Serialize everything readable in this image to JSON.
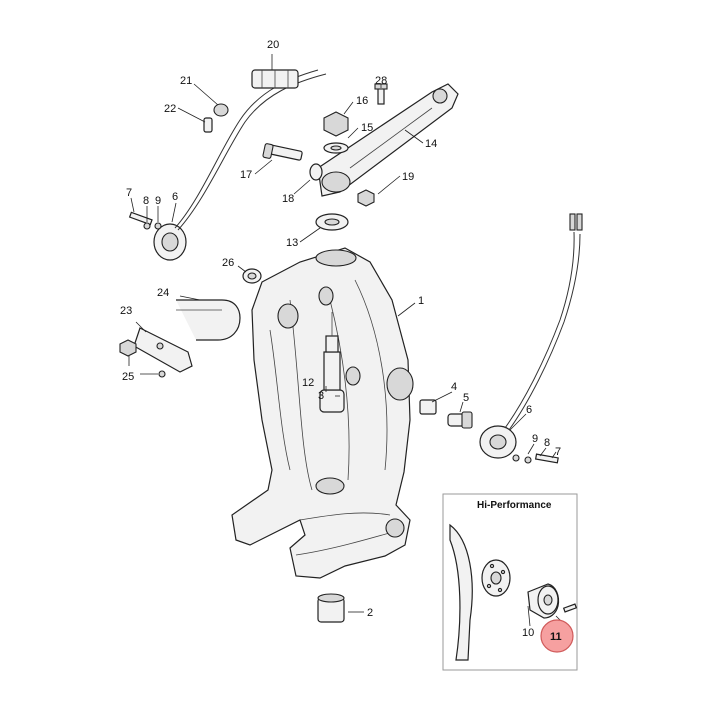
{
  "diagram": {
    "inset_title": "Hi-Performance",
    "highlight_color": "#f29c9c",
    "callouts": {
      "c1": "1",
      "c2": "2",
      "c3": "3",
      "c4": "4",
      "c5": "5",
      "c6a": "6",
      "c6b": "6",
      "c7a": "7",
      "c7b": "7",
      "c8a": "8",
      "c8b": "8",
      "c9a": "9",
      "c9b": "9",
      "c10": "10",
      "c11": "11",
      "c12": "12",
      "c13": "13",
      "c14": "14",
      "c15": "15",
      "c16": "16",
      "c17": "17",
      "c18": "18",
      "c19": "19",
      "c20": "20",
      "c21": "21",
      "c22": "22",
      "c23": "23",
      "c24": "24",
      "c25": "25",
      "c26": "26",
      "c28": "28"
    }
  }
}
